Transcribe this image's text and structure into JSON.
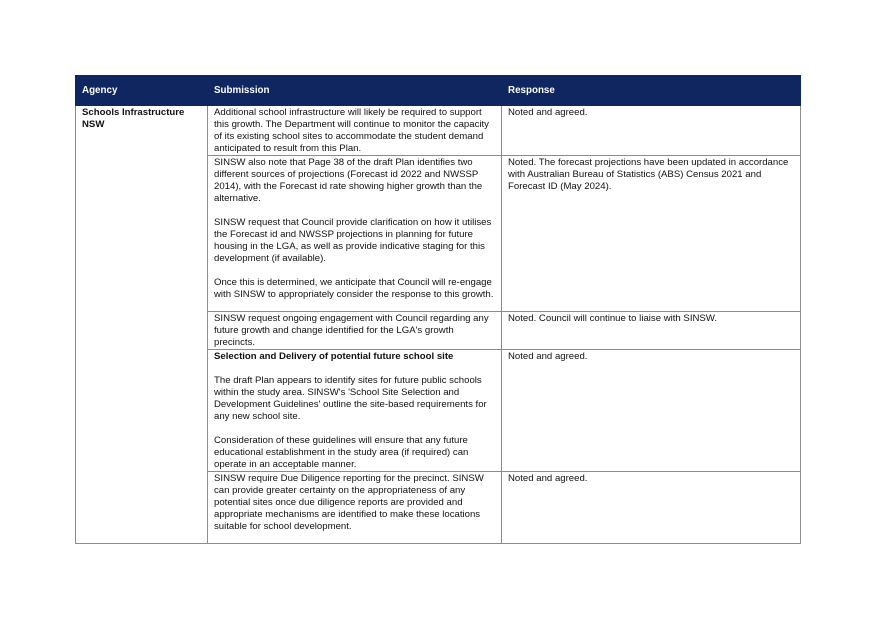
{
  "table": {
    "headers": {
      "agency": "Agency",
      "submission": "Submission",
      "response": "Response"
    },
    "agency": "Schools Infrastructure NSW",
    "rows": [
      {
        "submission": [
          "Additional school infrastructure will likely be required to support this growth. The Department will continue to monitor the capacity of its existing school sites to accommodate the student demand anticipated to result from this Plan."
        ],
        "response": "Noted and agreed."
      },
      {
        "submission": [
          "SINSW also note that Page 38 of the draft Plan identifies two different sources of projections (Forecast id 2022 and NWSSP 2014), with the Forecast id rate showing higher growth than the alternative.",
          "SINSW request that Council provide clarification on how it utilises the Forecast id and NWSSP projections in planning for future housing in the LGA, as well as provide indicative staging for this development (if available).",
          "Once this is determined, we anticipate that Council will re-engage with SINSW to appropriately consider the response to this growth."
        ],
        "response": "Noted. The forecast projections have been updated in accordance with Australian Bureau of Statistics (ABS) Census 2021 and Forecast ID (May 2024)."
      },
      {
        "submission": [
          "SINSW request ongoing engagement with Council regarding any future growth and change identified for the LGA's growth precincts."
        ],
        "response": "Noted. Council will continue to liaise with SINSW."
      },
      {
        "submission_heading": "Selection and Delivery of potential future school site",
        "submission": [
          "The draft Plan appears to identify sites for future public schools within the study area. SINSW's 'School Site Selection and Development Guidelines' outline the site-based requirements for any new school site.",
          "Consideration of these guidelines will ensure that any future educational establishment in the study area (if required) can operate in an acceptable manner."
        ],
        "response": "Noted and agreed."
      },
      {
        "submission": [
          "SINSW require Due Diligence reporting for the precinct. SINSW can provide greater certainty on the appropriateness of any potential sites once due diligence reports are provided and appropriate mechanisms are identified to make these locations suitable for school development."
        ],
        "response": "Noted and agreed."
      }
    ]
  }
}
